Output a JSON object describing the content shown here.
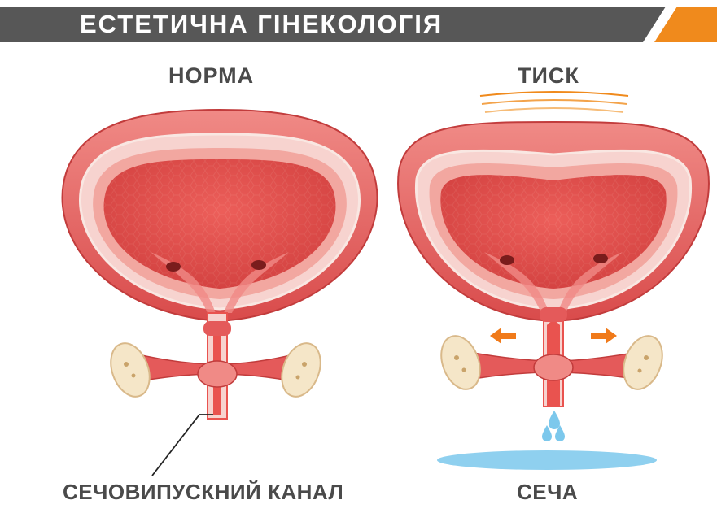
{
  "banner": {
    "title": "ЕСТЕТИЧНА ГІНЕКОЛОГІЯ",
    "bar_color": "#575757",
    "accent_color": "#f08a1c"
  },
  "panels": [
    {
      "title": "НОРМА",
      "bottom_label": "СЕЧОВИПУСКНИЙ КАНАЛ"
    },
    {
      "title": "ТИСК",
      "bottom_label": "СЕЧА"
    }
  ],
  "colors": {
    "muscle": "#e45a5a",
    "lining": "#f7d3cf",
    "cavity": "#e9534f",
    "arrow": "#f07a1a",
    "urine": "#8fd0ef"
  }
}
